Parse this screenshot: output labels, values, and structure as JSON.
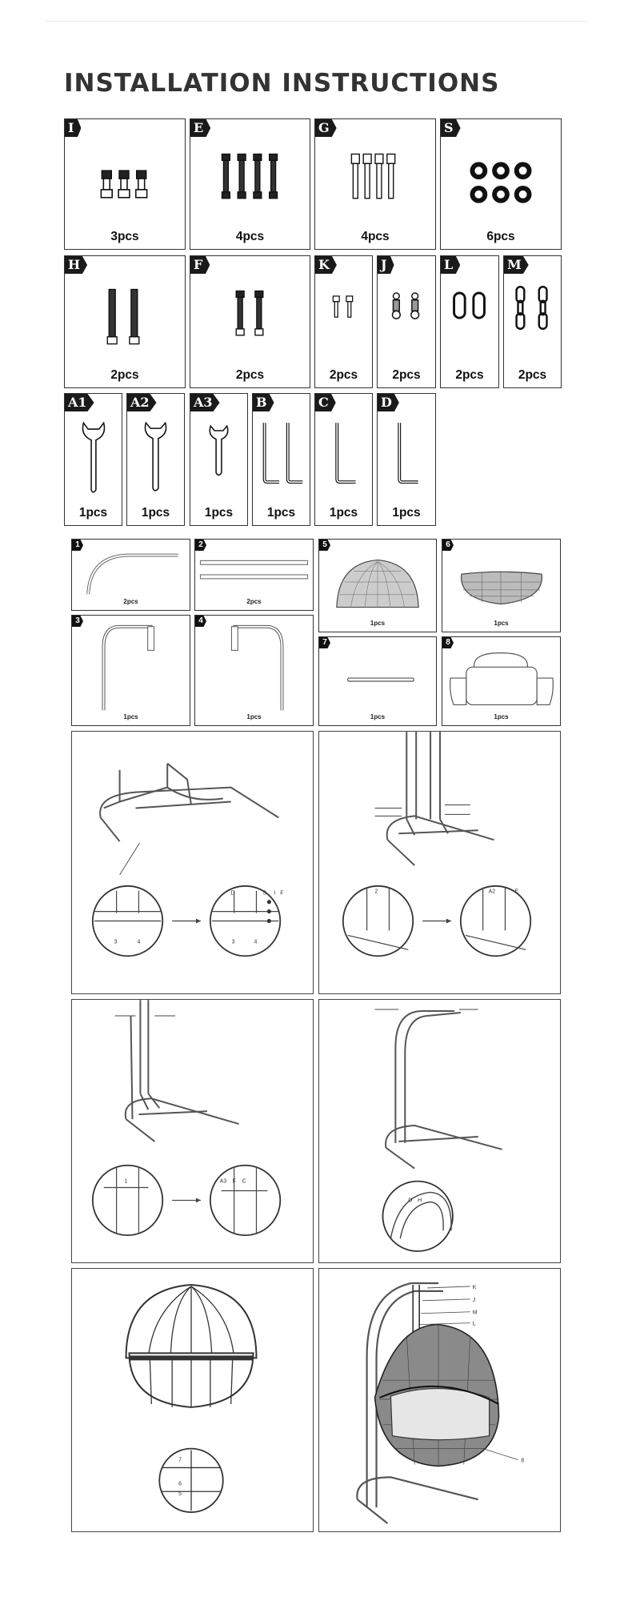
{
  "title": "INSTALLATION INSTRUCTIONS",
  "hardware": [
    {
      "code": "I",
      "qty": "3pcs",
      "icon": "nut-bolt-icon"
    },
    {
      "code": "E",
      "qty": "4pcs",
      "icon": "hex-bolt-icon"
    },
    {
      "code": "G",
      "qty": "4pcs",
      "icon": "long-bolt-icon"
    },
    {
      "code": "S",
      "qty": "6pcs",
      "icon": "washer-icon"
    },
    {
      "code": "H",
      "qty": "2pcs",
      "icon": "long-hex-bolt-icon"
    },
    {
      "code": "F",
      "qty": "2pcs",
      "icon": "hex-bolt-icon"
    },
    {
      "code": "K",
      "qty": "2pcs",
      "icon": "short-bolt-icon"
    },
    {
      "code": "J",
      "qty": "2pcs",
      "icon": "spring-hook-icon"
    },
    {
      "code": "L",
      "qty": "2pcs",
      "icon": "carabiner-icon"
    },
    {
      "code": "M",
      "qty": "2pcs",
      "icon": "chain-icon"
    }
  ],
  "tools": [
    {
      "code": "A1",
      "qty": "1pcs",
      "icon": "wrench-icon"
    },
    {
      "code": "A2",
      "qty": "1pcs",
      "icon": "wrench-icon"
    },
    {
      "code": "A3",
      "qty": "1pcs",
      "icon": "wrench-icon"
    },
    {
      "code": "B",
      "qty": "1pcs",
      "icon": "allen-key-pair-icon"
    },
    {
      "code": "C",
      "qty": "1pcs",
      "icon": "allen-key-icon"
    },
    {
      "code": "D",
      "qty": "1pcs",
      "icon": "allen-key-icon"
    }
  ],
  "parts": [
    {
      "code": "1",
      "qty": "2pcs",
      "icon": "curved-tube-icon"
    },
    {
      "code": "2",
      "qty": "2pcs",
      "icon": "straight-tube-icon"
    },
    {
      "code": "3",
      "qty": "1pcs",
      "icon": "frame-arch-icon"
    },
    {
      "code": "4",
      "qty": "1pcs",
      "icon": "frame-arch-icon"
    },
    {
      "code": "5",
      "qty": "1pcs",
      "icon": "basket-top-icon"
    },
    {
      "code": "6",
      "qty": "1pcs",
      "icon": "basket-bottom-icon"
    },
    {
      "code": "7",
      "qty": "1pcs",
      "icon": "rod-icon"
    },
    {
      "code": "8",
      "qty": "1pcs",
      "icon": "cushion-icon"
    }
  ],
  "steps": [
    {
      "labels": [
        "3",
        "4",
        "D",
        "3",
        "4",
        "S",
        "I",
        "F"
      ]
    },
    {
      "labels": [
        "2",
        "A2",
        "E"
      ]
    },
    {
      "labels": [
        "1",
        "A3",
        "F",
        "C"
      ]
    },
    {
      "labels": [
        "D",
        "H"
      ]
    },
    {
      "labels": [
        "7",
        "6",
        "5"
      ]
    },
    {
      "labels": [
        "K",
        "J",
        "M",
        "L",
        "8"
      ]
    }
  ]
}
